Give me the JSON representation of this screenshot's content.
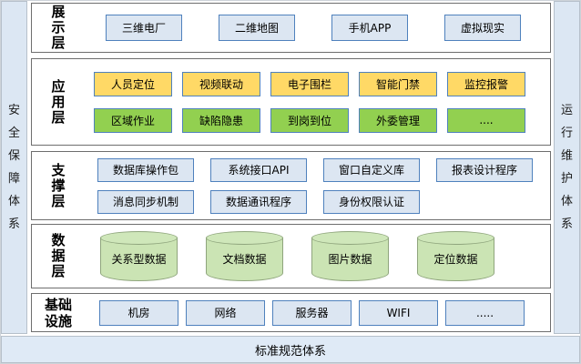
{
  "frames": {
    "left_sidebar": {
      "label": "安全保障体系"
    },
    "right_sidebar": {
      "label": "运行维护体系"
    },
    "bottom_bar": {
      "label": "标准规范体系"
    }
  },
  "layers": [
    {
      "label": "展示层",
      "rows": [
        {
          "style": "blue",
          "items": [
            "三维电厂",
            "二维地图",
            "手机APP",
            "虚拟现实"
          ]
        }
      ]
    },
    {
      "label": "应用层",
      "rows": [
        {
          "style": "yellow",
          "items": [
            "人员定位",
            "视频联动",
            "电子围栏",
            "智能门禁",
            "监控报警"
          ]
        },
        {
          "style": "green",
          "items": [
            "区域作业",
            "缺陷隐患",
            "到岗到位",
            "外委管理",
            "...."
          ]
        }
      ]
    },
    {
      "label": "支撑层",
      "rows": [
        {
          "style": "blue",
          "items": [
            "数据库操作包",
            "系统接口API",
            "窗口自定义库",
            "报表设计程序"
          ]
        },
        {
          "style": "blue",
          "items": [
            "消息同步机制",
            "数据通讯程序",
            "身份权限认证"
          ]
        }
      ]
    },
    {
      "label": "数据层",
      "rows": [
        {
          "style": "cylinder",
          "items": [
            "关系型数据",
            "文档数据",
            "图片数据",
            "定位数据"
          ]
        }
      ]
    },
    {
      "label": "基础设施",
      "rows": [
        {
          "style": "blue",
          "items": [
            "机房",
            "网络",
            "服务器",
            "WIFI",
            "....."
          ]
        }
      ]
    }
  ],
  "colors": {
    "box_blue_fill": "#dce6f2",
    "box_yellow_fill": "#ffd966",
    "box_green_fill": "#92d050",
    "cylinder_fill": "#cbe4b4",
    "box_border": "#4f81bd",
    "frame_fill": "#dce7f3",
    "bottom_bar_fill": "#dfeaf6",
    "layer_border": "#6e6e6e"
  }
}
